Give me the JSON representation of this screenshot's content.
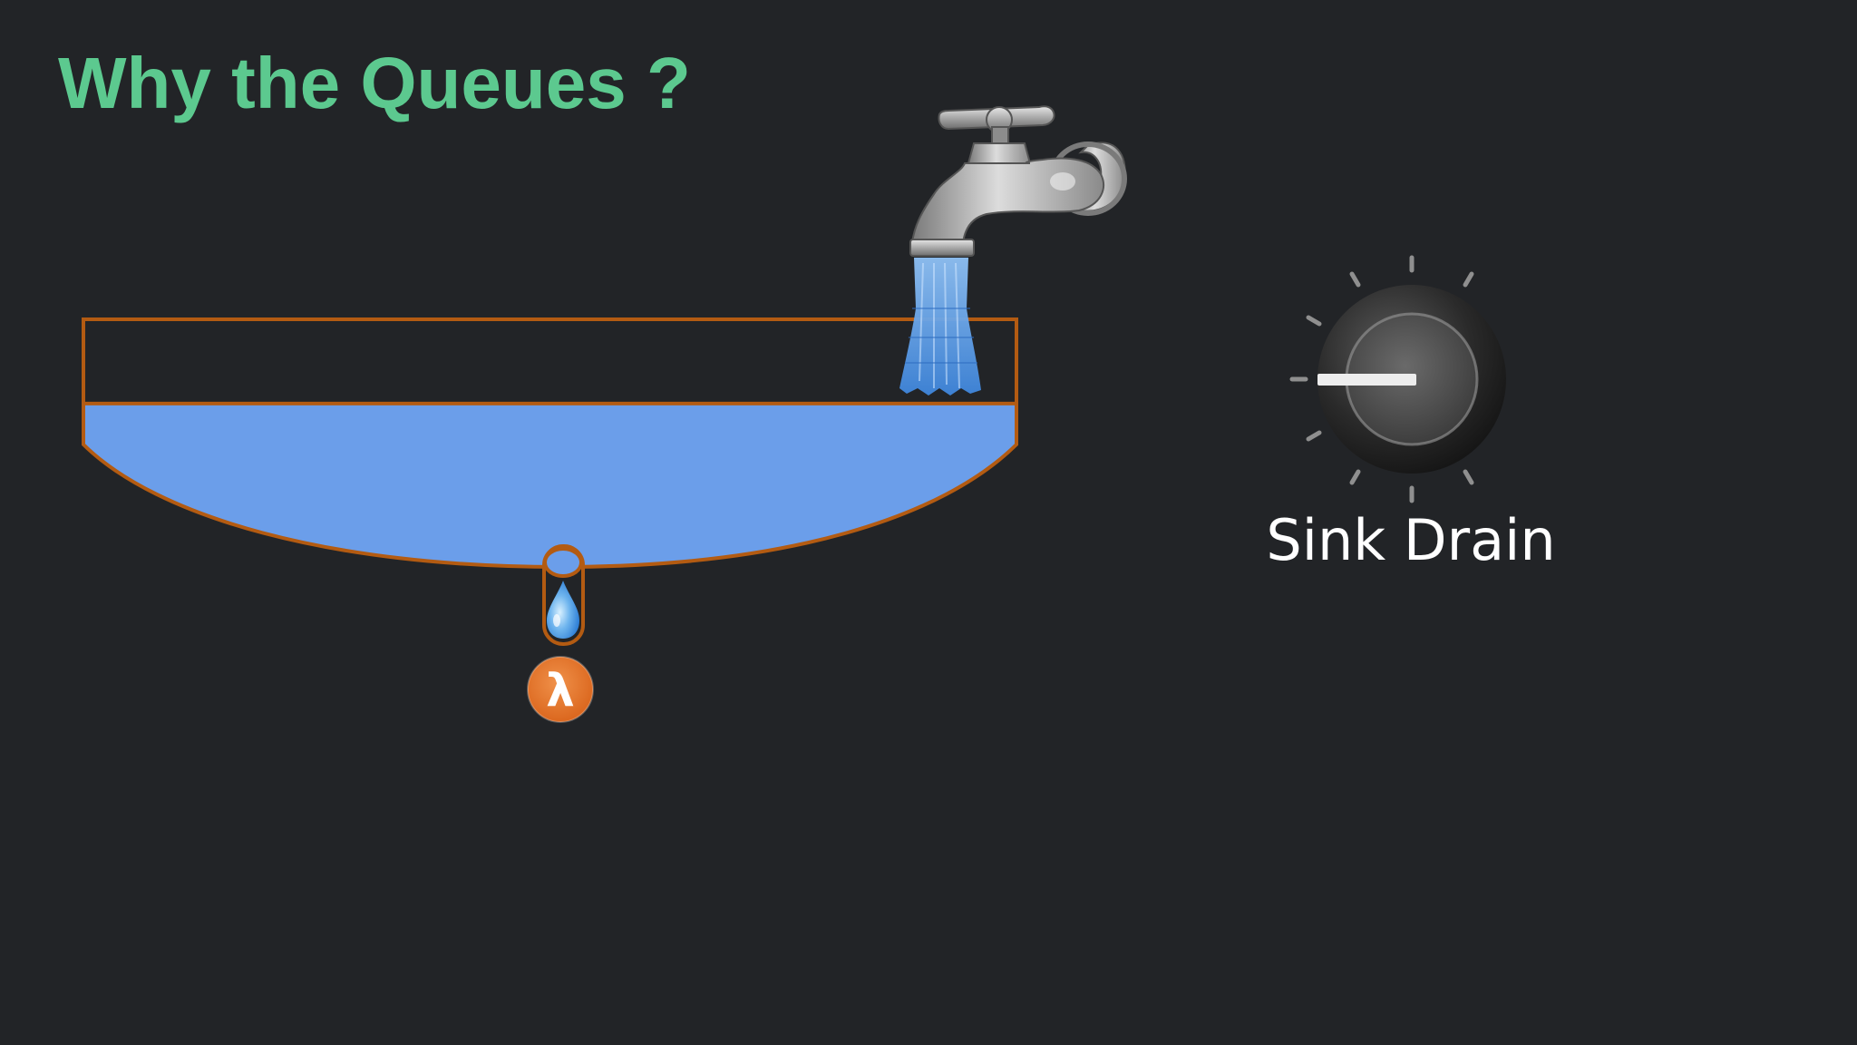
{
  "slide": {
    "title": "Why the Queues ?",
    "title_color": "#5cc98f",
    "background_color": "#222427"
  },
  "sink": {
    "water_color": "#6b9eea",
    "outline_color": "#b35b12",
    "water_level": 0.34
  },
  "faucet": {
    "icon": "water-faucet-icon",
    "stream_color": "#4a8ee0"
  },
  "drain": {
    "droplet_icon": "water-drop-icon",
    "badge_icon": "lambda-icon",
    "badge_symbol": "λ",
    "badge_color": "#e2731f"
  },
  "knob": {
    "icon": "rotary-knob-icon",
    "label": "Sink Drain",
    "label_color": "#ffffff"
  }
}
